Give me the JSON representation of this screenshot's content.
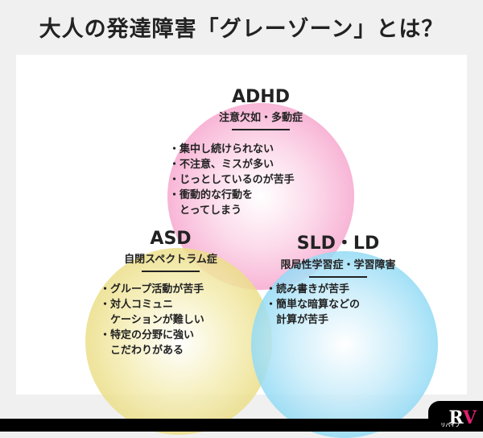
{
  "title": "大人の発達障害「グレーゾーン」とは？",
  "adhd": {
    "name": "ADHD",
    "sub": "注意欠如・多動症",
    "items": [
      "・集中し続けられない",
      "・不注意、ミスが多い",
      "・じっとしているのが苦手",
      "・衝動的な行動を",
      "　とってしまう"
    ]
  },
  "asd": {
    "name": "ASD",
    "sub": "自閉スペクトラム症",
    "items": [
      "・グループ活動が苦手",
      "・対人コミュニ",
      "　ケーションが難しい",
      "・特定の分野に強い",
      "　こだわりがある"
    ]
  },
  "sld": {
    "name": "SLD・LD",
    "sub": "限局性学習症・学習障害",
    "items": [
      "・読み書きが苦手",
      "・簡単な暗算などの",
      "　計算が苦手"
    ]
  },
  "logo": {
    "text": "RV",
    "caption": "リバイブ"
  },
  "colors": {
    "adhd": "#f37fb9",
    "asd": "#e2cf5a",
    "sld": "#5fcaf0"
  }
}
